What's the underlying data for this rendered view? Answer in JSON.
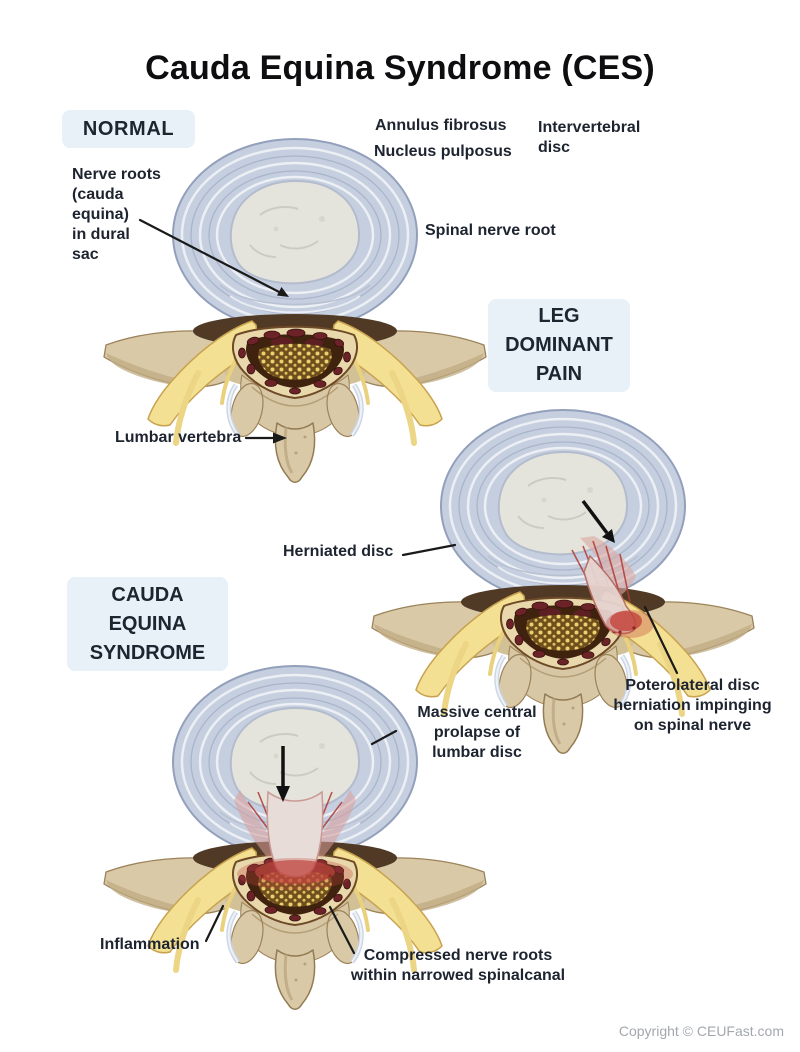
{
  "title": "Cauda Equina Syndrome (CES)",
  "tags": {
    "normal": "NORMAL",
    "leg_dominant_pain": "LEG\nDOMINANT\nPAIN",
    "cauda_equina_syndrome": "CAUDA\nEQUINA\nSYNDROME"
  },
  "labels": {
    "annulus_fibrosus": "Annulus fibrosus",
    "nucleus_pulposus": "Nucleus pulposus",
    "intervertebral_disc": "Intervertebral\ndisc",
    "spinal_nerve_root": "Spinal nerve root",
    "nerve_roots_dural_sac": "Nerve roots\n(cauda\nequina)\nin dural\nsac",
    "lumbar_vertebra": "Lumbar vertebra",
    "herniated_disc": "Herniated disc",
    "posterolateral_herniation": "Poterolateral disc\nherniation impinging\non spinal nerve",
    "massive_central_prolapse": "Massive central\nprolapse of\nlumbar disc",
    "inflammation": "Inflammation",
    "compressed_nerve_roots": "Compressed nerve roots\nwithin narrowed spinalcanal"
  },
  "footer": {
    "copyright": "Copyright © CEUFast.com"
  },
  "colors": {
    "tag_box_bg": "#e8f1f8",
    "text": "#1d2430",
    "disc_annulus": "#c6cfdf",
    "disc_ring_light": "#eef1f6",
    "disc_nucleus": "#e4e4dd",
    "bone": "#d9c9a7",
    "bone_shade": "#bfab83",
    "nerve_yellow": "#f3e092",
    "dural_sac_rim": "#e9d8ab",
    "dural_sac_interior": "#40230e",
    "nerve_root_maroon": "#6b2327",
    "cauda_speckle": "#ecd06e",
    "inflammation_red": "#c0443c",
    "leader_line": "#1a1a1a",
    "copyright_gray": "#a3a7ae"
  }
}
